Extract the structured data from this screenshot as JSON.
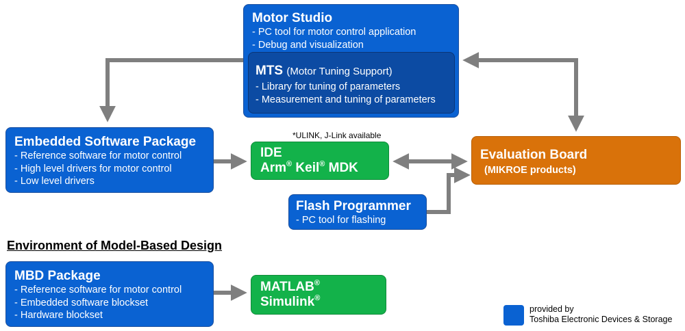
{
  "motor_studio": {
    "title": "Motor Studio",
    "lines": [
      "- PC tool for motor control application",
      "- Debug and visualization"
    ]
  },
  "mts": {
    "title": "MTS",
    "subtitle": "(Motor Tuning Support)",
    "lines": [
      "- Library for tuning of parameters",
      "- Measurement and tuning of parameters"
    ]
  },
  "embedded": {
    "title": "Embedded Software Package",
    "lines": [
      "- Reference software for motor control",
      "- High level drivers for motor control",
      "- Low level drivers"
    ]
  },
  "ide": {
    "title": "IDE",
    "line2_part1": "Arm",
    "line2_part2": " Keil",
    "line2_part3": " MDK",
    "reg": "®"
  },
  "ide_note": "*ULINK, J-Link available",
  "eval_board": {
    "title": "Evaluation Board",
    "subtitle": "(MIKROE products)"
  },
  "flash": {
    "title": "Flash Programmer",
    "lines": [
      "- PC tool for flashing"
    ]
  },
  "mbd_heading": "Environment of Model-Based Design",
  "mbd_package": {
    "title": "MBD Package",
    "lines": [
      "- Reference software for motor control",
      "- Embedded software blockset",
      "- Hardware blockset"
    ]
  },
  "matlab": {
    "line1": "MATLAB",
    "line2": "Simulink",
    "reg": "®"
  },
  "legend": {
    "line1": "provided by",
    "line2": "Toshiba Electronic Devices & Storage"
  },
  "colors": {
    "toshiba_blue": "#0a62d2",
    "tool_green": "#13b24a",
    "board_orange": "#d9720a",
    "arrow_gray": "#7f7f7f"
  }
}
